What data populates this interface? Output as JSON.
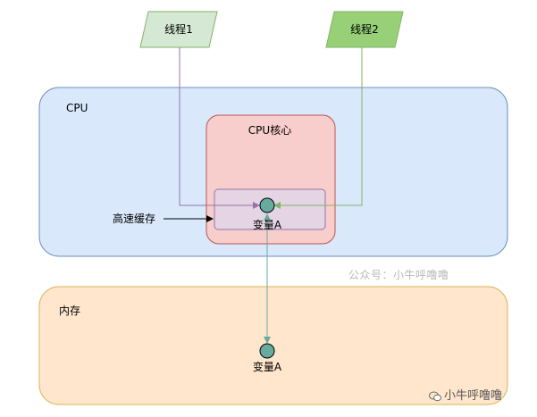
{
  "thread1": {
    "label": "线程1",
    "fill": "#d5e8d4",
    "stroke": "#82b366",
    "arrow_color": "#9673a6"
  },
  "thread2": {
    "label": "线程2",
    "fill": "#97d077",
    "stroke": "#82b366",
    "arrow_color": "#82b366"
  },
  "cpu": {
    "label": "CPU",
    "fill": "#dae8fc",
    "stroke": "#6c8ebf"
  },
  "cpu_core": {
    "label": "CPU核心",
    "fill": "#f8cecc",
    "stroke": "#b85450"
  },
  "cache": {
    "label": "高速缓存",
    "fill": "#e1d5e7",
    "stroke": "#9673a6"
  },
  "memory": {
    "label": "内存",
    "fill": "#ffe6cc",
    "stroke": "#d6b656"
  },
  "variable_in_cache": {
    "label": "变量A",
    "fill": "#67ab9f",
    "stroke": "#000000"
  },
  "variable_in_memory": {
    "label": "变量A",
    "fill": "#67ab9f",
    "stroke": "#000000"
  },
  "sync_arrow_color": "#67ab9f",
  "watermark": {
    "text": "公众号：小牛呼噜噜"
  },
  "brand": {
    "text": "小牛呼噜噜",
    "icon": "wechat-icon"
  }
}
